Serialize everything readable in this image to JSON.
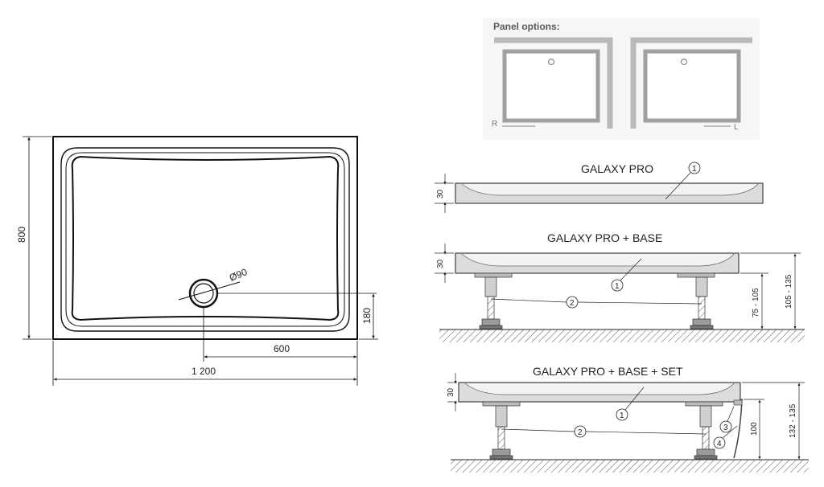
{
  "plan": {
    "width": "1 200",
    "depth": "800",
    "drain_diameter": "Ø90",
    "drain_offset_x": "600",
    "drain_offset_y": "180"
  },
  "panel_options": {
    "heading": "Panel options:",
    "right_label": "R",
    "left_label": "L"
  },
  "profiles": [
    {
      "title": "GALAXY PRO",
      "thickness": "30",
      "callouts": [
        "1"
      ]
    },
    {
      "title": "GALAXY PRO + BASE",
      "thickness": "30",
      "leg_range": "75 - 105",
      "total_range": "105 - 135",
      "callouts": [
        "1",
        "2"
      ]
    },
    {
      "title": "GALAXY PRO + BASE + SET",
      "thickness": "30",
      "panel_height": "100",
      "total_range": "132 - 135",
      "callouts": [
        "1",
        "2",
        "3",
        "4"
      ]
    }
  ]
}
